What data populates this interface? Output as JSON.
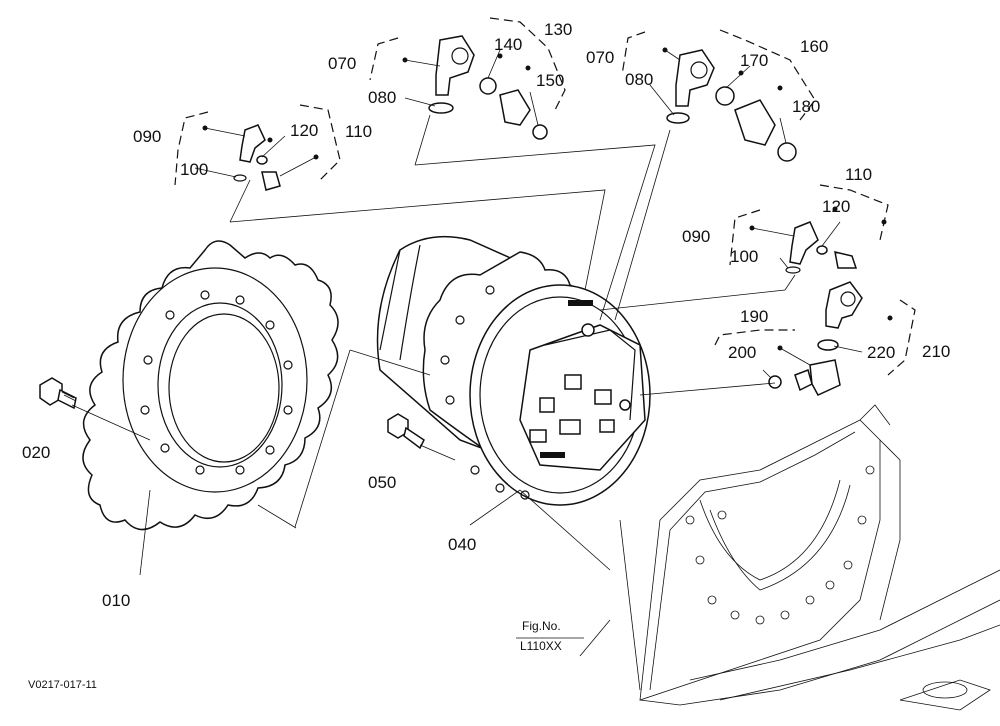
{
  "labels": {
    "p010": "010",
    "p020": "020",
    "p040": "040",
    "p050": "050",
    "p070a": "070",
    "p080a": "080",
    "p070b": "070",
    "p080b": "080",
    "p090a": "090",
    "p100a": "100",
    "p090b": "090",
    "p100b": "100",
    "p110a": "110",
    "p110b": "110",
    "p120a": "120",
    "p120b": "120",
    "p130": "130",
    "p140": "140",
    "p150": "150",
    "p160": "160",
    "p170": "170",
    "p180": "180",
    "p190": "190",
    "p200": "200",
    "p210": "210",
    "p220": "220"
  },
  "fig_ref": {
    "line1": "Fig.No.",
    "line2": "L110XX"
  },
  "drawing_code": "V0217-017-11"
}
